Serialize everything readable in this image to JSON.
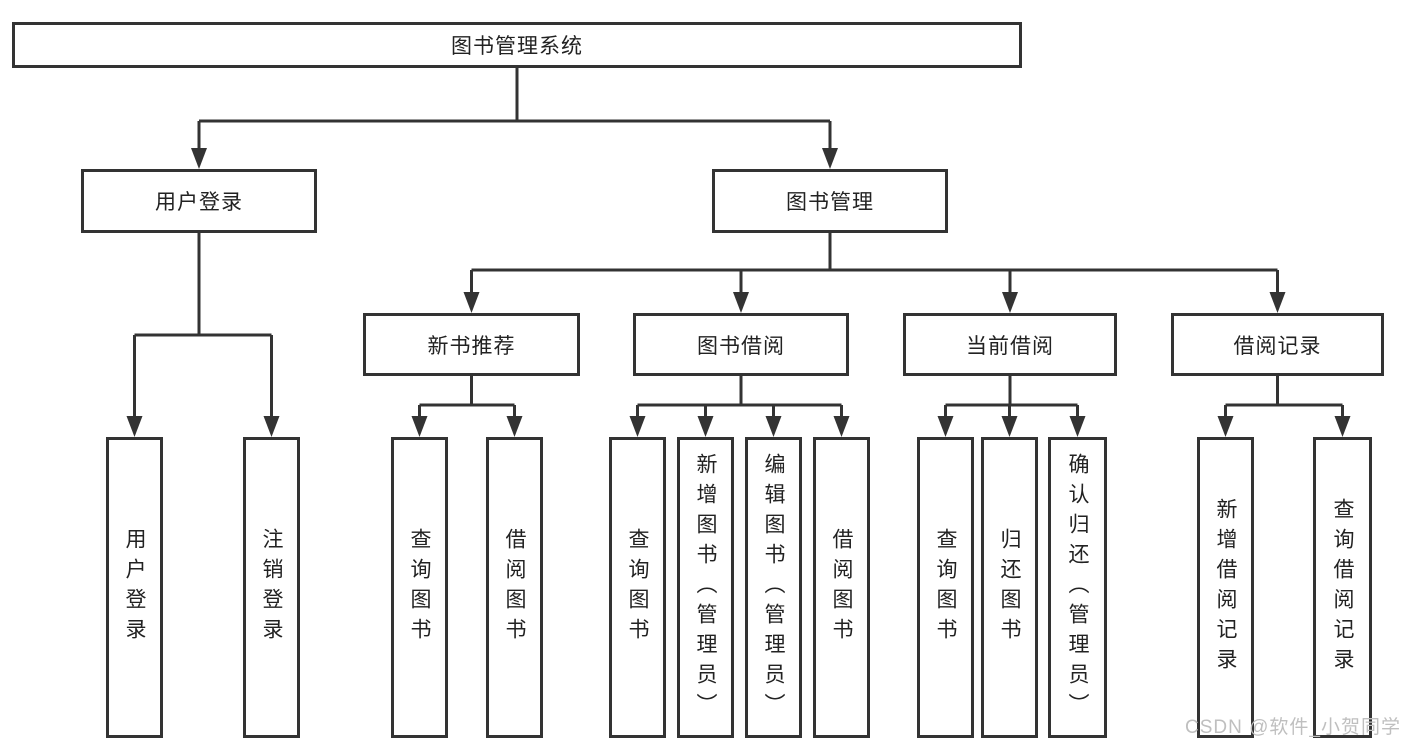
{
  "tree": {
    "root": {
      "label": "图书管理系统"
    },
    "branches": [
      {
        "label": "用户登录",
        "leaves": [
          {
            "label": "用户登录"
          },
          {
            "label": "注销登录"
          }
        ]
      },
      {
        "label": "图书管理",
        "children": [
          {
            "label": "新书推荐",
            "leaves": [
              {
                "label": "查询图书"
              },
              {
                "label": "借阅图书"
              }
            ]
          },
          {
            "label": "图书借阅",
            "leaves": [
              {
                "label": "查询图书"
              },
              {
                "label": "新增图书（管理员）"
              },
              {
                "label": "编辑图书（管理员）"
              },
              {
                "label": "借阅图书"
              }
            ]
          },
          {
            "label": "当前借阅",
            "leaves": [
              {
                "label": "查询图书"
              },
              {
                "label": "归还图书"
              },
              {
                "label": "确认归还（管理员）"
              }
            ]
          },
          {
            "label": "借阅记录",
            "leaves": [
              {
                "label": "新增借阅记录"
              },
              {
                "label": "查询借阅记录"
              }
            ]
          }
        ]
      }
    ]
  },
  "watermark": {
    "text": "CSDN @软件_小贺同学"
  },
  "colors": {
    "line": "#333333",
    "text": "#222222",
    "watermark": "#bfbfbf",
    "bg": "#ffffff"
  }
}
